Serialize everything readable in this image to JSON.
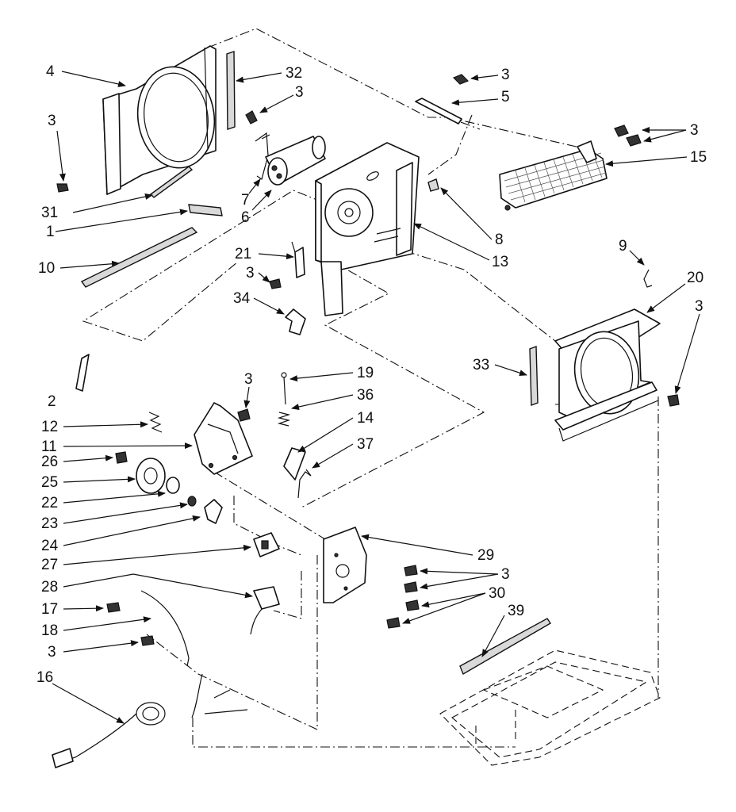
{
  "callouts": [
    {
      "id": "c-4",
      "label": "4"
    },
    {
      "id": "c-32",
      "label": "32"
    },
    {
      "id": "c-3a",
      "label": "3"
    },
    {
      "id": "c-3b",
      "label": "3"
    },
    {
      "id": "c-3c",
      "label": "3"
    },
    {
      "id": "c-5",
      "label": "5"
    },
    {
      "id": "c-3d",
      "label": "3"
    },
    {
      "id": "c-15",
      "label": "15"
    },
    {
      "id": "c-7",
      "label": "7"
    },
    {
      "id": "c-6",
      "label": "6"
    },
    {
      "id": "c-31",
      "label": "31"
    },
    {
      "id": "c-1",
      "label": "1"
    },
    {
      "id": "c-10",
      "label": "10"
    },
    {
      "id": "c-8",
      "label": "8"
    },
    {
      "id": "c-13",
      "label": "13"
    },
    {
      "id": "c-21",
      "label": "21"
    },
    {
      "id": "c-3e",
      "label": "3"
    },
    {
      "id": "c-34",
      "label": "34"
    },
    {
      "id": "c-9",
      "label": "9"
    },
    {
      "id": "c-20",
      "label": "20"
    },
    {
      "id": "c-3f",
      "label": "3"
    },
    {
      "id": "c-2",
      "label": "2"
    },
    {
      "id": "c-3g",
      "label": "3"
    },
    {
      "id": "c-19",
      "label": "19"
    },
    {
      "id": "c-36",
      "label": "36"
    },
    {
      "id": "c-14",
      "label": "14"
    },
    {
      "id": "c-37",
      "label": "37"
    },
    {
      "id": "c-33",
      "label": "33"
    },
    {
      "id": "c-12",
      "label": "12"
    },
    {
      "id": "c-11",
      "label": "11"
    },
    {
      "id": "c-26",
      "label": "26"
    },
    {
      "id": "c-25",
      "label": "25"
    },
    {
      "id": "c-22",
      "label": "22"
    },
    {
      "id": "c-23",
      "label": "23"
    },
    {
      "id": "c-24",
      "label": "24"
    },
    {
      "id": "c-29",
      "label": "29"
    },
    {
      "id": "c-27",
      "label": "27"
    },
    {
      "id": "c-3h",
      "label": "3"
    },
    {
      "id": "c-28",
      "label": "28"
    },
    {
      "id": "c-30",
      "label": "30"
    },
    {
      "id": "c-17",
      "label": "17"
    },
    {
      "id": "c-18",
      "label": "18"
    },
    {
      "id": "c-39",
      "label": "39"
    },
    {
      "id": "c-3i",
      "label": "3"
    },
    {
      "id": "c-16",
      "label": "16"
    }
  ]
}
